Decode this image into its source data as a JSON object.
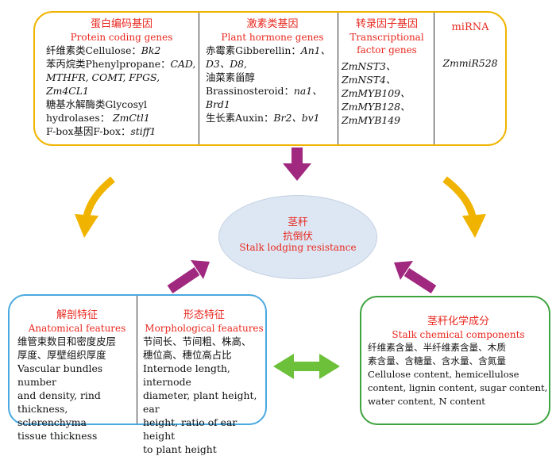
{
  "top": {
    "protein": {
      "title_zh": "蛋白编码基因",
      "title_en": "Protein coding genes",
      "cellulose_prefix": "纤维素类Cellulose：",
      "cellulose_gene": "Bk2",
      "phenyl_prefix": "苯丙烷类Phenylpropane：",
      "phenyl_genes_1": "CAD,",
      "phenyl_genes_2": "MTHFR, COMT, FPGS, Zm4CL1",
      "glycosyl_zh": "糖基水解酶类Glycosyl",
      "glycosyl_prefix": "hydrolases：",
      "glycosyl_gene": "ZmCtl1",
      "fbox_prefix": "F-box基因F-box：",
      "fbox_gene": "stiff1"
    },
    "hormone": {
      "title_zh": "激素类基因",
      "title_en": "Plant hormone genes",
      "gibberellin_prefix": "赤霉素Gibberellin：",
      "gibberellin_genes_1": "An1、",
      "gibberellin_genes_2": "D3、D8,",
      "brassino_zh": "油菜素甾醇",
      "brassino_prefix": "Brassinosteroid：",
      "brassino_genes": "na1、Brd1",
      "auxin_prefix": "生长素Auxin：",
      "auxin_genes": "Br2、bv1"
    },
    "tf": {
      "title_zh": "转录因子基因",
      "title_en_1": "Transcriptional",
      "title_en_2": "factor genes",
      "genes": [
        "ZmNST3、",
        "ZmNST4、",
        "ZmMYB109、",
        "ZmMYB128、",
        "ZmMYB149"
      ]
    },
    "mirna": {
      "title": "miRNA",
      "gene": "ZmmiR528"
    }
  },
  "center": {
    "line1": "茎秆",
    "line2": "抗倒伏",
    "line3": "Stalk lodging resistance"
  },
  "anatomical": {
    "title_zh": "解剖特征",
    "title_en": "Anatomical features",
    "zh_1": "维管束数目和密度皮层",
    "zh_2": "厚度、厚壁组织厚度",
    "en_1": "Vascular bundles number",
    "en_2": "and density,  rind",
    "en_3": "thickness,  sclerenchyma",
    "en_4": "tissue thickness"
  },
  "morphological": {
    "title_zh": "形态特征",
    "title_en": "Morphological feaatures",
    "zh_1": "节间长、节间粗、株高、",
    "zh_2": "穗位高、穗位高占比",
    "en_1": "Internode length, internode",
    "en_2": "diameter, plant height, ear",
    "en_3": "height, ratio of ear height",
    "en_4": "to plant height"
  },
  "chemical": {
    "title_zh": "茎秆化学成分",
    "title_en": "Stalk chemical  components",
    "zh_1": "纤维素含量、半纤维素含量、木质",
    "zh_2": "素含量、含糖量、含水量、含氮量",
    "en_1": "Cellulose content, hemicellulose",
    "en_2": "content, lignin content, sugar content,",
    "en_3": "water content, N content"
  },
  "colors": {
    "gold": "#f0b400",
    "purple": "#a0287f",
    "green": "#6cc03a",
    "red_text": "#e8281f",
    "blue_border": "#4aa9e0",
    "green_border": "#3fa33f"
  }
}
